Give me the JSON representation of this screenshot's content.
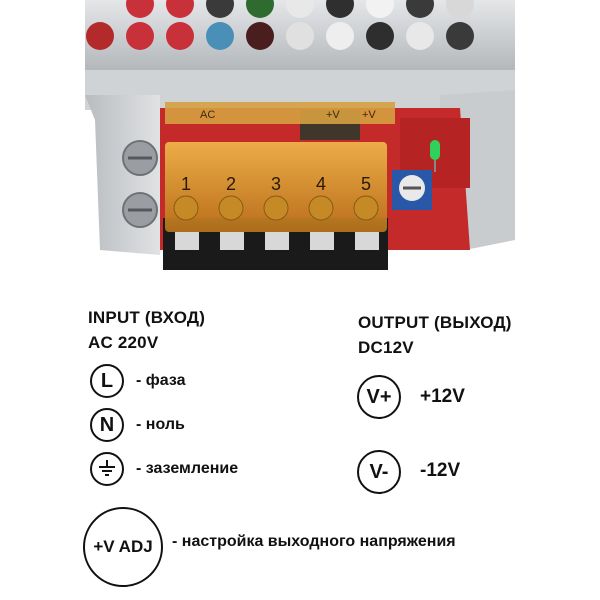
{
  "photo": {
    "terminal_numbers": [
      "1",
      "2",
      "3",
      "4",
      "5"
    ],
    "cover_marks": [
      "AC",
      "+V",
      "+V"
    ]
  },
  "input": {
    "title": "INPUT (ВХОД)",
    "spec": "AC 220V",
    "items": [
      {
        "symbol": "L",
        "label": "- фаза"
      },
      {
        "symbol": "N",
        "label": "- ноль"
      },
      {
        "symbol": "ground",
        "label": "- заземление"
      }
    ]
  },
  "output": {
    "title": "OUTPUT (ВЫХОД)",
    "spec": "DC12V",
    "items": [
      {
        "symbol": "V+",
        "label": "+12V"
      },
      {
        "symbol": "V-",
        "label": "-12V"
      }
    ]
  },
  "adjust": {
    "symbol": "+V ADJ",
    "label": "- настройка выходного напряжения"
  },
  "colors": {
    "case_metal": "#c7c9cb",
    "pcb_red": "#c42a2a",
    "terminal_cover": "#d99a2c",
    "terminal_block": "#1a1a1a",
    "text": "#111111"
  }
}
